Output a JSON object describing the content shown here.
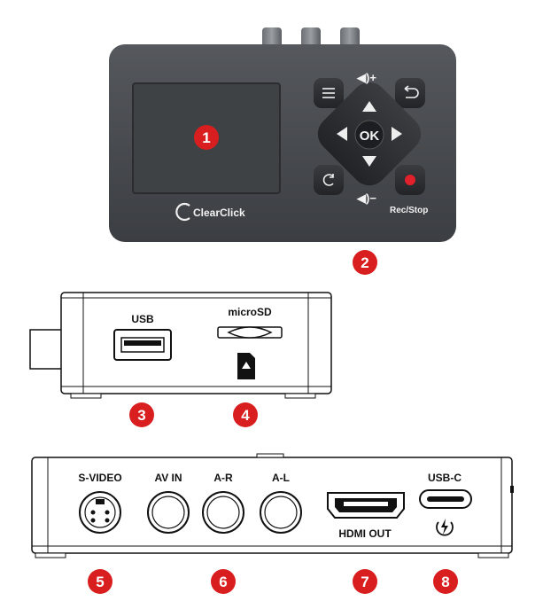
{
  "device": {
    "brand": "ClearClick",
    "front": {
      "vol_up_label": "◀)+",
      "vol_down_label": "◀)−",
      "ok_label": "OK",
      "rec_stop_label": "Rec/Stop"
    },
    "side": {
      "usb_label": "USB",
      "microsd_label": "microSD"
    },
    "back": {
      "svideo_label": "S-VIDEO",
      "avin_label": "AV IN",
      "ar_label": "A-R",
      "al_label": "A-L",
      "hdmi_label": "HDMI OUT",
      "usbc_label": "USB-C"
    }
  },
  "callouts": [
    "1",
    "2",
    "3",
    "4",
    "5",
    "6",
    "7",
    "8"
  ],
  "colors": {
    "callout": "#d81e1e",
    "device_body": "#4a4d51",
    "button": "#2e3033",
    "screen": "#3f4245",
    "rec_dot": "#e0202a"
  }
}
